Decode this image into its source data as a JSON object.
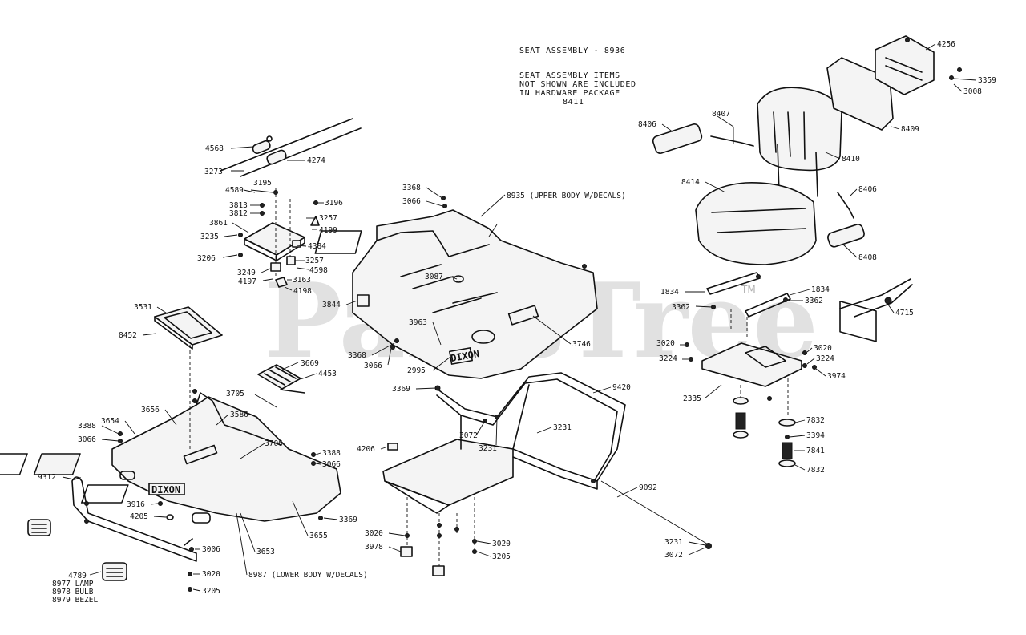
{
  "watermark": {
    "text": "PartsTree",
    "tm": "TM"
  },
  "notes": {
    "seat_assembly": "SEAT ASSEMBLY - 8936",
    "seat_items_1": "SEAT ASSEMBLY ITEMS",
    "seat_items_2": "NOT SHOWN ARE INCLUDED",
    "seat_items_3": "IN HARDWARE PACKAGE",
    "seat_items_4": "8411",
    "upper_body": "8935 (UPPER BODY W/DECALS)",
    "lower_body": "8987 (LOWER BODY W/DECALS)",
    "lamp_kit_1": "8977 LAMP",
    "lamp_kit_2": "8978 BULB",
    "lamp_kit_3": "8979 BEZEL",
    "decal_body": "DIXON",
    "decal_bumper": "DIXON"
  },
  "callouts": {
    "c4568": "4568",
    "c3273": "3273",
    "c4274": "4274",
    "c3195": "3195",
    "c4589": "4589",
    "c3813": "3813",
    "c3812": "3812",
    "c3196": "3196",
    "c3257a": "3257",
    "c4199": "4199",
    "c3861": "3861",
    "c3235": "3235",
    "c4384": "4384",
    "c3206": "3206",
    "c3257b": "3257",
    "c4598": "4598",
    "c3249": "3249",
    "c3163": "3163",
    "c4197": "4197",
    "c4198": "4198",
    "c3531": "3531",
    "c8452": "8452",
    "c3669": "3669",
    "c4453": "4453",
    "c3705": "3705",
    "c3656": "3656",
    "c3586": "3586",
    "c3388a": "3388",
    "c3654": "3654",
    "c3066a": "3066",
    "c3706": "3706",
    "c3388b": "3388",
    "c3066b": "3066",
    "c9312": "9312",
    "c3916": "3916",
    "c4205": "4205",
    "c3369a": "3369",
    "c3655": "3655",
    "c3653": "3653",
    "c3006": "3006",
    "c3020a": "3020",
    "c4789": "4789",
    "c3205a": "3205",
    "c3368a": "3368",
    "c3066c": "3066",
    "c3087": "3087",
    "c3844": "3844",
    "c3963": "3963",
    "c3368b": "3368",
    "c3066d": "3066",
    "c2995": "2995",
    "c3746": "3746",
    "c3369b": "3369",
    "c9420": "9420",
    "c3072a": "3072",
    "c3231a": "3231",
    "c3231b": "3231",
    "c4206": "4206",
    "c9092": "9092",
    "c3020b": "3020",
    "c3978": "3978",
    "c3020c": "3020",
    "c3205b": "3205",
    "c3231c": "3231",
    "c3072b": "3072",
    "c4256": "4256",
    "c3359": "3359",
    "c3008": "3008",
    "c8409": "8409",
    "c8406a": "8406",
    "c8407": "8407",
    "c8410": "8410",
    "c8414": "8414",
    "c8406b": "8406",
    "c8408": "8408",
    "c1834a": "1834",
    "c1834b": "1834",
    "c3362a": "3362",
    "c3362b": "3362",
    "c4715": "4715",
    "c3020d": "3020",
    "c3224a": "3224",
    "c3020e": "3020",
    "c3224b": "3224",
    "c3974": "3974",
    "c2335": "2335",
    "c7832a": "7832",
    "c3394": "3394",
    "c7841": "7841",
    "c7832b": "7832"
  }
}
